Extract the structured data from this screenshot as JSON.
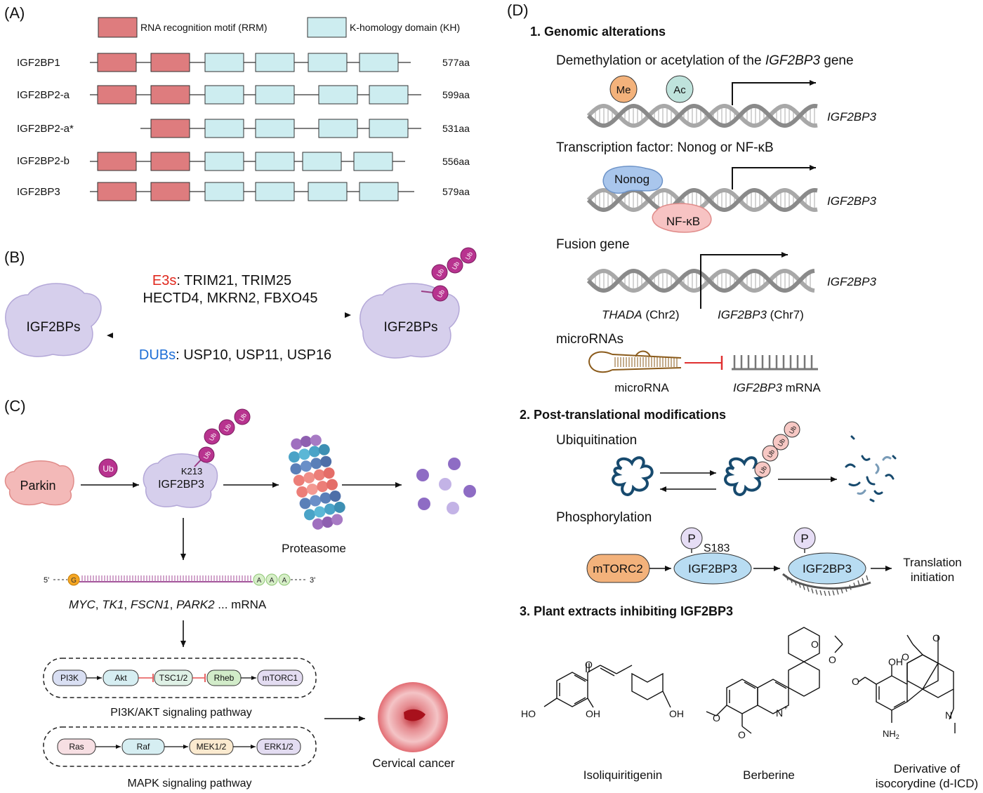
{
  "panelA": {
    "label": "(A)",
    "legend_rrm": "RNA recognition motif  (RRM)",
    "legend_kh": "K-homology domain  (KH)",
    "proteins": [
      {
        "name": "IGF2BP1",
        "length": "577aa"
      },
      {
        "name": "IGF2BP2-a",
        "length": "599aa"
      },
      {
        "name": "IGF2BP2-a*",
        "length": "531aa"
      },
      {
        "name": "IGF2BP2-b",
        "length": "556aa"
      },
      {
        "name": "IGF2BP3",
        "length": "579aa"
      }
    ]
  },
  "panelB": {
    "label": "(B)",
    "left_blob": "IGF2BPs",
    "right_blob": "IGF2BPs",
    "e3_prefix": "E3s",
    "e3_line1": ": TRIM21, TRIM25",
    "e3_line2": "HECTD4, MKRN2, FBXO45",
    "dub_prefix": "DUBs",
    "dub_list": ": USP10, USP11, USP16",
    "ub": "Ub"
  },
  "panelC": {
    "label": "(C)",
    "parkin": "Parkin",
    "ub": "Ub",
    "site": "K213",
    "protein": "IGF2BP3",
    "proteasome": "Proteasome",
    "five_prime": "5'",
    "three_prime": "3'",
    "cap": "G",
    "polyA": "A",
    "mrna_genes": [
      "MYC",
      "TK1",
      "FSCN1",
      "PARK2"
    ],
    "mrna_suffix": " ... mRNA",
    "pi3k_nodes": [
      "PI3K",
      "Akt",
      "TSC1/2",
      "Rheb",
      "mTORC1"
    ],
    "pi3k_label": "PI3K/AKT signaling pathway",
    "mapk_nodes": [
      "Ras",
      "Raf",
      "MEK1/2",
      "ERK1/2"
    ],
    "mapk_label": "MAPK signaling pathway",
    "cancer": "Cervical cancer"
  },
  "panelD": {
    "label": "(D)",
    "s1_title": "1.  Genomic alterations",
    "demeth_pre": "Demethylation or acetylation of the ",
    "demeth_gene": "IGF2BP3",
    "demeth_post": " gene",
    "me": "Me",
    "ac": "Ac",
    "gene_label": "IGF2BP3",
    "tf_title": "Transcription factor: Nonog or NF-κB",
    "nonog": "Nonog",
    "nfkb": "NF-κB",
    "fusion_title": "Fusion gene",
    "thada": "THADA",
    "thada_chr": " (Chr2)",
    "igf_fusion": "IGF2BP3",
    "igf_chr": " (Chr7)",
    "mirna_title": "microRNAs",
    "mirna_label": "microRNA",
    "mrna_gene": "IGF2BP3",
    "mrna_suffix": " mRNA",
    "s2_title": "2. Post-translational modifications",
    "ubiq": "Ubiquitination",
    "ub": "Ub",
    "phos": "Phosphorylation",
    "p": "P",
    "s183": "S183",
    "mtorc2": "mTORC2",
    "protein": "IGF2BP3",
    "translation": [
      "Translation",
      "initiation"
    ],
    "s3_title": "3. Plant extracts inhibiting IGF2BP3",
    "compounds": [
      "Isoliquiritigenin",
      "Berberine",
      "Derivative of",
      "isocorydine (d-ICD)"
    ],
    "chem": {
      "ho": "HO",
      "oh": "OH",
      "o": "O",
      "n": "N",
      "nplus": "+",
      "nh2": "NH",
      "two": "2"
    }
  }
}
